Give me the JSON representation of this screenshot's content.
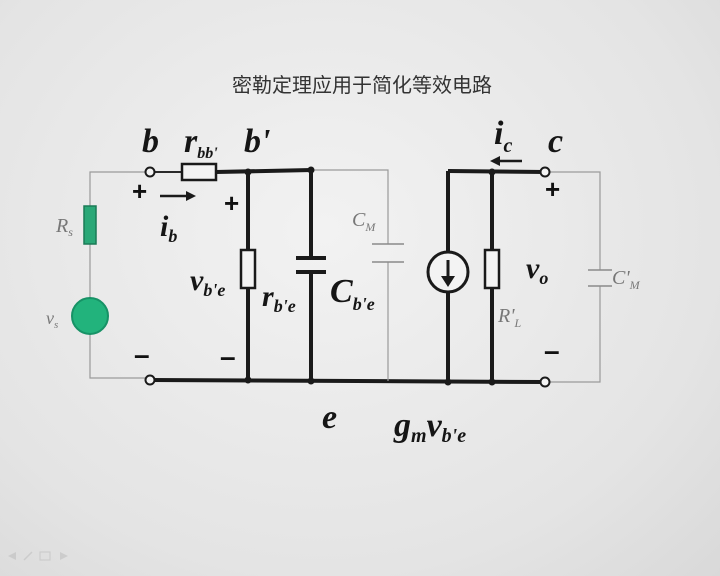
{
  "slide": {
    "title": "密勒定理应用于简化等效电路"
  },
  "labels": {
    "node_b": "b",
    "r_bb_main": "r",
    "r_bb_sub": "bb'",
    "node_b_prime": "b'",
    "i_c_main": "i",
    "i_c_sub": "c",
    "node_c": "c",
    "plus_left": "+",
    "plus_mid": "+",
    "plus_right": "+",
    "i_b_main": "i",
    "i_b_sub": "b",
    "rs_main": "R",
    "rs_sub": "s",
    "vs_main": "v",
    "vs_sub": "s",
    "cm_main": "C",
    "cm_sub": "M",
    "v_be_main": "v",
    "v_be_sub": "b'e",
    "r_be_main": "r",
    "r_be_sub": "b'e",
    "c_be_main": "C",
    "c_be_sub": "b'e",
    "vo_main": "v",
    "vo_sub": "o",
    "rl_main": "R'",
    "rl_sub": "L",
    "cm2_main": "C'",
    "cm2_sub": "M",
    "minus_left": "–",
    "minus_mid": "–",
    "minus_right": "–",
    "node_e": "e",
    "gm_main": "g",
    "gm_sub": "m",
    "gm_v": "v",
    "gm_v_sub": "b'e"
  },
  "colors": {
    "source": "#22b37c",
    "rs": "#1f9e6e"
  },
  "icons": {
    "current_source_arrow": "down-arrow-icon",
    "ib_arrow": "right-arrow-icon",
    "ic_arrow": "left-arrow-icon"
  }
}
